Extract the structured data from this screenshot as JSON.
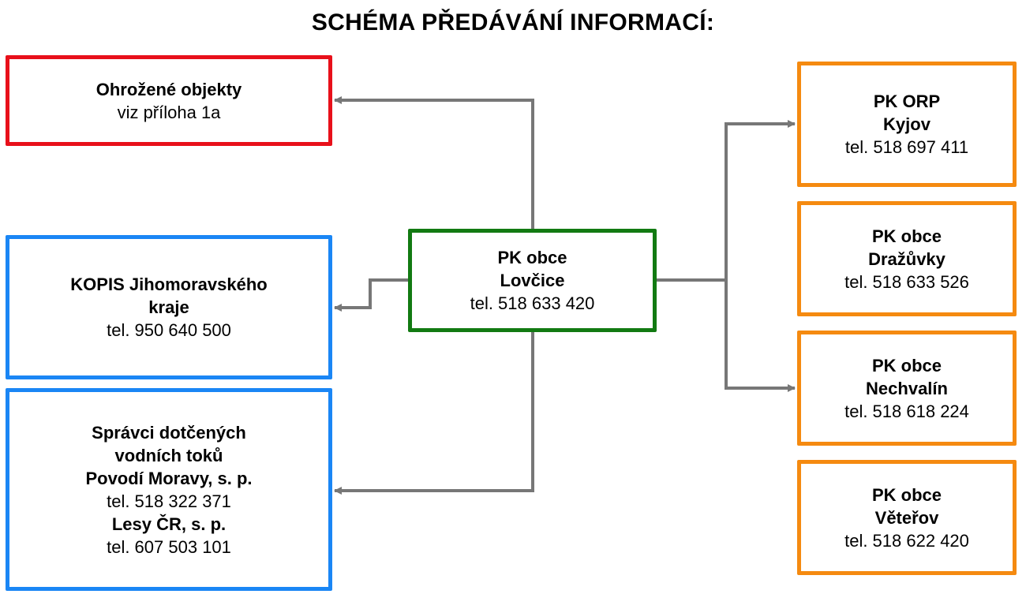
{
  "title": "SCHÉMA PŘEDÁVÁNÍ INFORMACÍ:",
  "center": {
    "line1": "PK obce",
    "line2": "Lovčice",
    "phone": "tel. 518 633 420"
  },
  "threatened": {
    "name": "Ohrožené objekty",
    "note": "viz příloha 1a"
  },
  "kopis": {
    "line1": "KOPIS Jihomoravského",
    "line2": "kraje",
    "phone": "tel. 950 640 500"
  },
  "managers": {
    "line1": "Správci dotčených",
    "line2": "vodních toků",
    "org1": "Povodí Moravy, s. p.",
    "phone1": "tel. 518 322 371",
    "org2": "Lesy ČR, s. p.",
    "phone2": "tel. 607 503 101"
  },
  "kyjov": {
    "line1": "PK ORP",
    "line2": "Kyjov",
    "phone": "tel. 518 697 411"
  },
  "drazuvky": {
    "line1": "PK obce",
    "line2": "Dražůvky",
    "phone": "tel. 518 633 526"
  },
  "nechvalin": {
    "line1": "PK obce",
    "line2": "Nechvalín",
    "phone": "tel. 518 618 224"
  },
  "veterov": {
    "line1": "PK obce",
    "line2": "Věteřov",
    "phone": "tel. 518 622 420"
  },
  "colors": {
    "threatened": "#e8101a",
    "regional": "#1a86f5",
    "center": "#127a12",
    "municipal": "#f58a10",
    "connector": "#777777"
  }
}
